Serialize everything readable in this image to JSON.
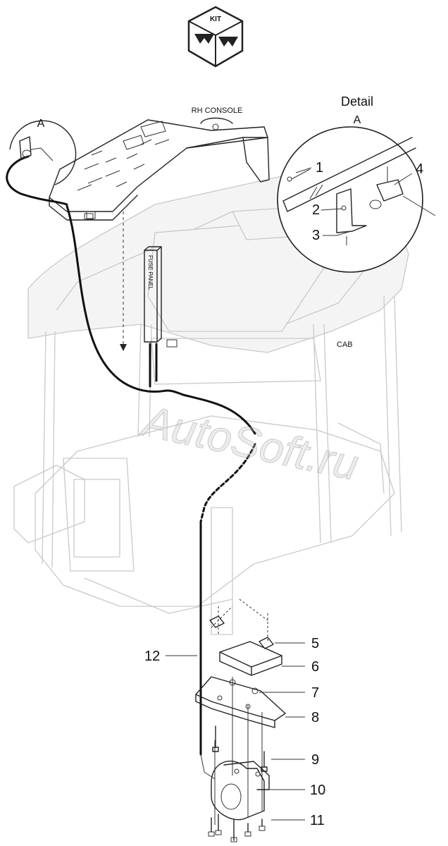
{
  "kit_badge": {
    "text": "KIT"
  },
  "labels": {
    "rh_console": "RH CONSOLE",
    "cab": "CAB",
    "detail_title": "Detail",
    "detail_ref": "A",
    "callout_ref": "A",
    "fuse_panel": "FUSE PANEL"
  },
  "callouts": [
    "1",
    "2",
    "3",
    "4",
    "5",
    "6",
    "7",
    "8",
    "9",
    "10",
    "11",
    "12"
  ],
  "watermark": "AutoSoft.ru",
  "colors": {
    "line": "#222222",
    "ghost": "#c9c9c9",
    "ref_red": "#b03030"
  }
}
